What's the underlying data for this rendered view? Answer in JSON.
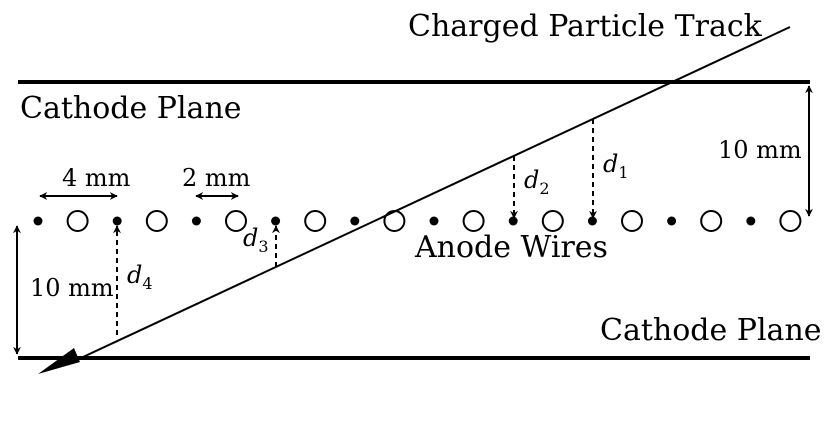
{
  "labels": {
    "track": "Charged Particle Track",
    "cathode_top": "Cathode Plane",
    "cathode_bottom": "Cathode Plane",
    "anode": "Anode Wires",
    "spacing_wide": "4 mm",
    "spacing_narrow": "2 mm",
    "gap_right": "10 mm",
    "gap_left": "10 mm"
  },
  "distances": [
    {
      "symbol": "d",
      "sub": "1"
    },
    {
      "symbol": "d",
      "sub": "2"
    },
    {
      "symbol": "d",
      "sub": "3"
    },
    {
      "symbol": "d",
      "sub": "4"
    }
  ],
  "wires": [
    "dot",
    "circle",
    "dot",
    "circle",
    "dot",
    "circle",
    "dot",
    "circle",
    "dot",
    "circle",
    "dot",
    "circle",
    "dot",
    "circle",
    "dot",
    "circle",
    "dot",
    "circle",
    "dot",
    "circle"
  ],
  "colors": {
    "ink": "#000000",
    "background": "#ffffff"
  }
}
